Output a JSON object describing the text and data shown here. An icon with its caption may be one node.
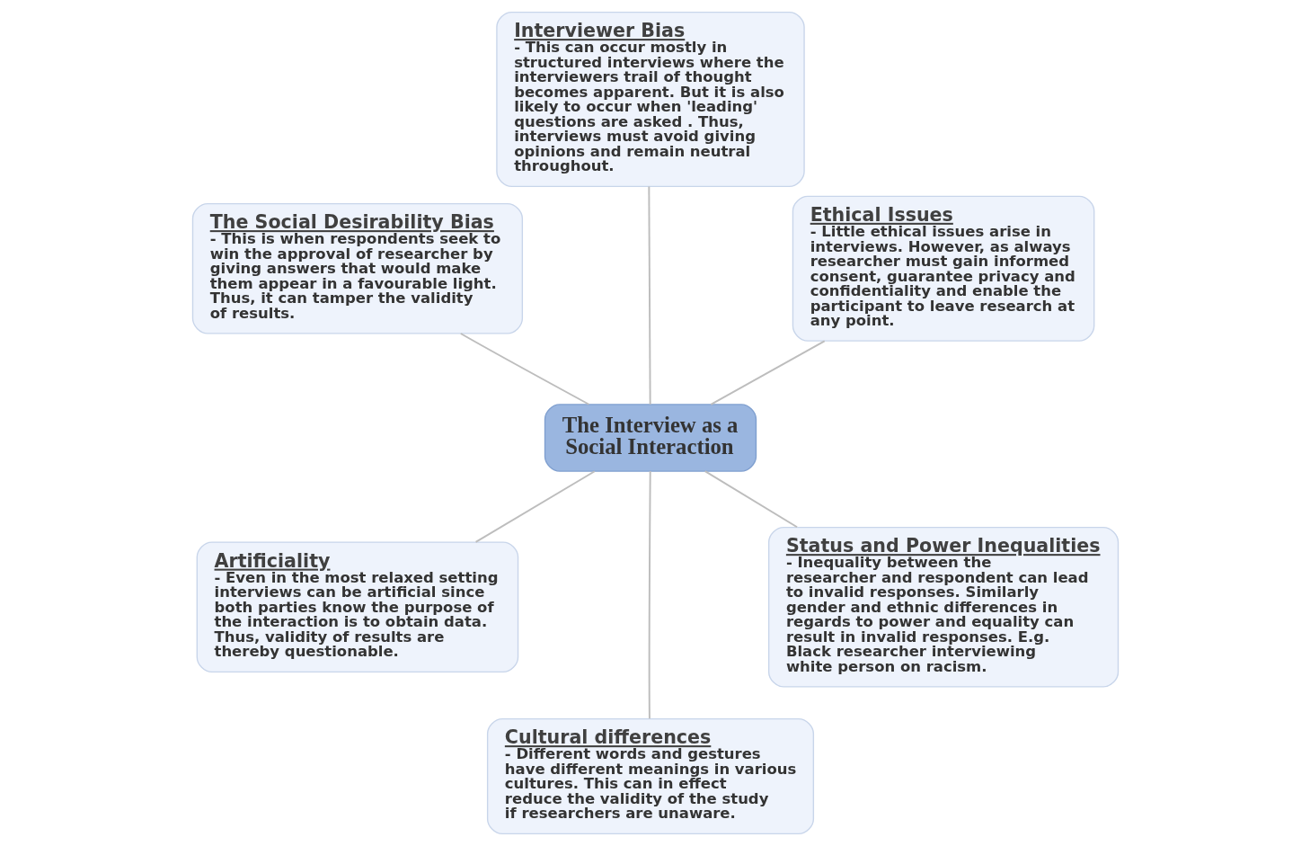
{
  "diagram": {
    "nodes": [
      {
        "text": [
          "The Interview as a Social Interaction"
        ]
      },
      {
        "text": [
          "Ethical Issues",
          "- Little ethical issues arise in interviews. However, as always researcher must gain informed consent, guarantee privacy and confidentiality and enable the participant to leave research at any point."
        ]
      },
      {
        "text": [
          "Interviewer Bias",
          "- This can occur mostly in structured interviews where the interviewers trail of thought becomes apparent. But it is also likely to occur when 'leading' questions are asked . Thus, interviews must avoid giving opinions and remain neutral throughout."
        ]
      },
      {
        "text": [
          "The Social Desirability Bias",
          "- This is when respondents seek to win the approval of researcher by giving answers that would make them appear in a favourable light. Thus, it can tamper the validity of results."
        ]
      },
      {
        "text": [
          "Artificiality",
          "- Even in the most relaxed setting interviews can be artificial since both parties know the purpose of the interaction is to obtain data. Thus, validity of results are thereby questionable."
        ]
      },
      {
        "text": [
          "Cultural differences",
          "- Different words and gestures have different meanings in various cultures. This can in effect reduce the validity of the study if researchers are unaware."
        ]
      },
      {
        "text": [
          "Status and Power Inequalities",
          "- Inequality between the researcher and respondent can lead to invalid responses. Similarly gender and ethnic differences in regards to power and equality can result in invalid responses. E.g. Black researcher interviewing white person on racism."
        ]
      }
    ],
    "edges": [
      {
        "from": 0,
        "to": 1,
        "arrow": "none"
      },
      {
        "from": 0,
        "to": 2,
        "arrow": "none"
      },
      {
        "from": 0,
        "to": 3,
        "arrow": "none"
      },
      {
        "from": 0,
        "to": 4,
        "arrow": "none"
      },
      {
        "from": 0,
        "to": 5,
        "arrow": "none"
      },
      {
        "from": 0,
        "to": 6,
        "arrow": "none"
      }
    ]
  }
}
